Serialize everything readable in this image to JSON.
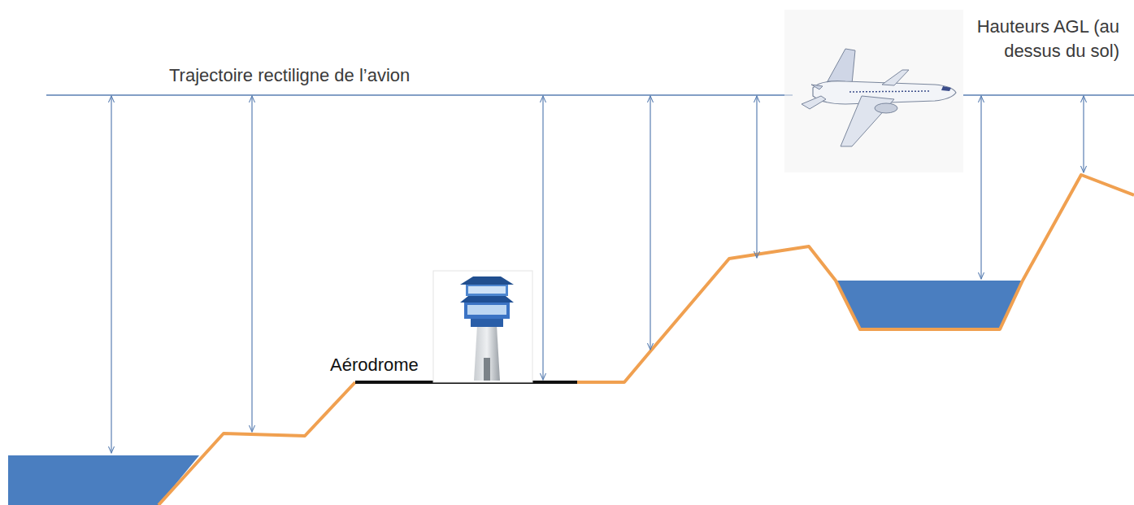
{
  "diagram": {
    "labels": [
      "Trajectoire rectiligne de l’avion",
      "Hauteurs AGL (au dessus du sol)",
      "Aérodrome"
    ]
  }
}
